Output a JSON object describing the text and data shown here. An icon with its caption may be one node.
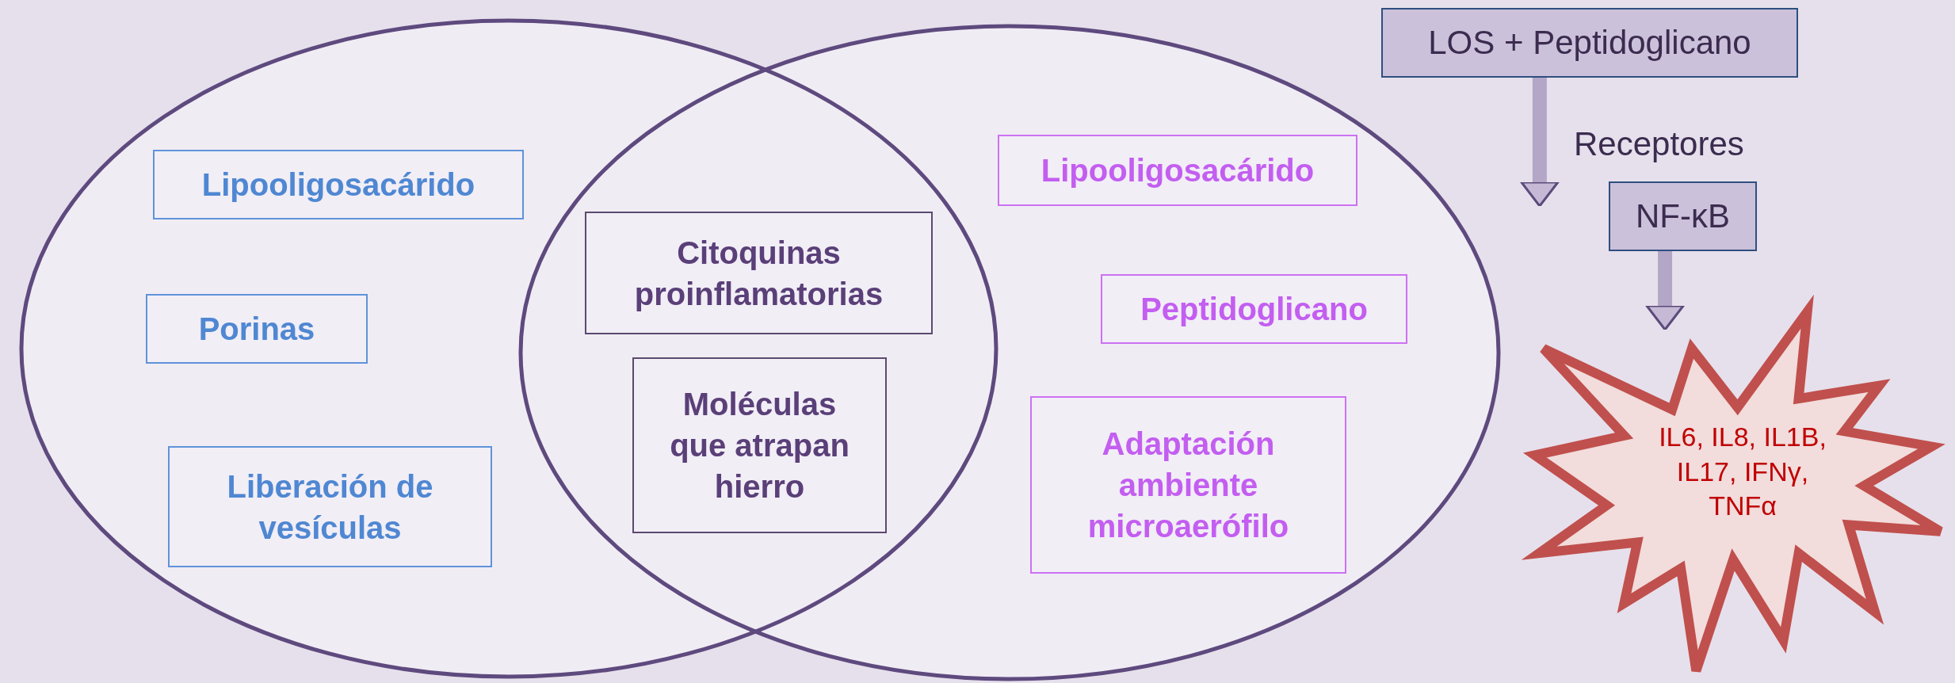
{
  "diagram": {
    "nodes": [
      {
        "text": [],
        "shape": "ellipse"
      },
      {
        "text": [],
        "shape": "ellipse"
      },
      {
        "text": [
          "Lipooligosacárido"
        ],
        "in": 0
      },
      {
        "text": [
          "Porinas"
        ],
        "in": 0
      },
      {
        "text": [
          "Liberación de vesículas"
        ],
        "in": 0
      },
      {
        "text": [
          "Citoquinas proinflamatorias"
        ]
      },
      {
        "text": [
          "Moléculas que atrapan hierro"
        ]
      },
      {
        "text": [
          "Lipooligosacárido"
        ],
        "in": 1
      },
      {
        "text": [
          "Peptidoglicano"
        ],
        "in": 1
      },
      {
        "text": [
          "Adaptación ambiente microaerófilo"
        ],
        "in": 1
      },
      {
        "text": [
          "LOS + Peptidoglicano"
        ]
      },
      {
        "text": [
          "NF-κB"
        ]
      },
      {
        "text": [
          "IL6, IL8, IL1B, IL17, IFNγ, TNFα"
        ]
      }
    ],
    "edges": [
      {
        "from": 10,
        "to": 11,
        "arrow": "to",
        "label": "Receptores"
      },
      {
        "from": 11,
        "to": 12,
        "arrow": "to"
      }
    ]
  }
}
